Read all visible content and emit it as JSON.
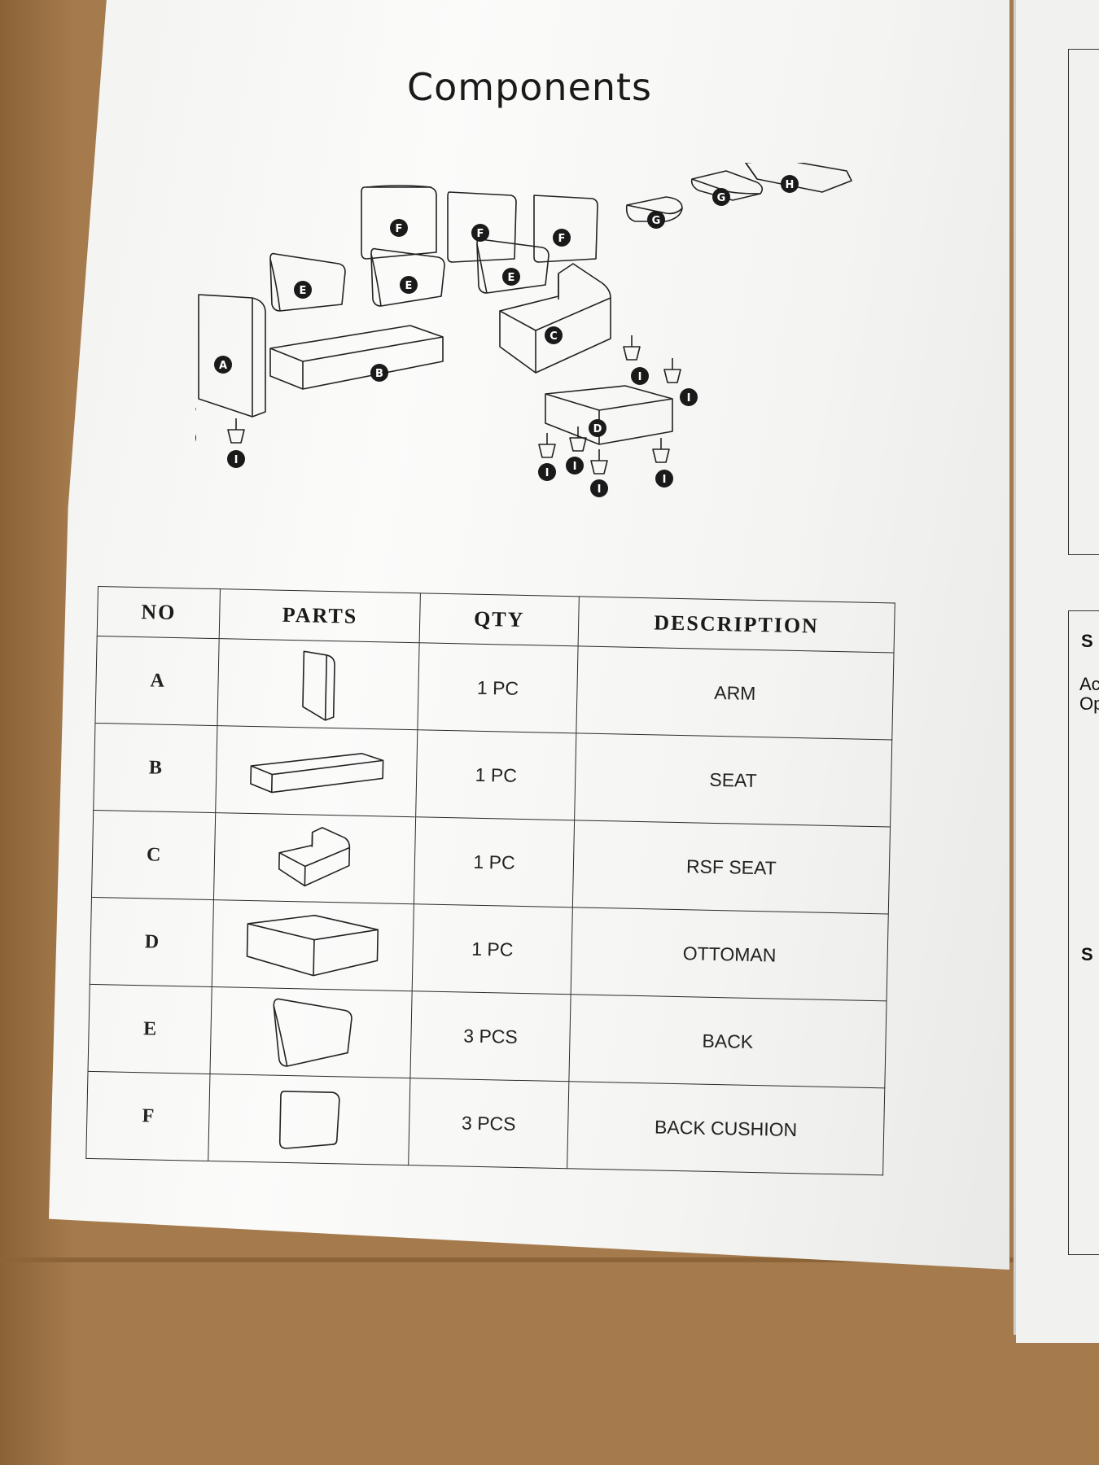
{
  "document": {
    "title": "Components"
  },
  "diagram": {
    "labels": {
      "arm": "A",
      "seat": "B",
      "rsf_seat": "C",
      "ottoman": "D",
      "back": "E",
      "back_cushion": "F",
      "cushion_g": "G",
      "cushion_h": "H",
      "leg": "I"
    }
  },
  "table": {
    "headers": {
      "no": "NO",
      "parts": "PARTS",
      "qty": "QTY",
      "description": "DESCRIPTION"
    },
    "rows": [
      {
        "no": "A",
        "part_icon": "arm-icon",
        "qty": "1 PC",
        "description": "ARM"
      },
      {
        "no": "B",
        "part_icon": "seat-icon",
        "qty": "1 PC",
        "description": "SEAT"
      },
      {
        "no": "C",
        "part_icon": "rsf-seat-icon",
        "qty": "1 PC",
        "description": "RSF SEAT"
      },
      {
        "no": "D",
        "part_icon": "ottoman-icon",
        "qty": "1 PC",
        "description": "OTTOMAN"
      },
      {
        "no": "E",
        "part_icon": "back-icon",
        "qty": "3 PCS",
        "description": "BACK"
      },
      {
        "no": "F",
        "part_icon": "back-cushion-icon",
        "qty": "3 PCS",
        "description": "BACK CUSHION"
      }
    ]
  },
  "right_page": {
    "fragments": [
      "S",
      "Ac",
      "Op",
      "S"
    ]
  }
}
